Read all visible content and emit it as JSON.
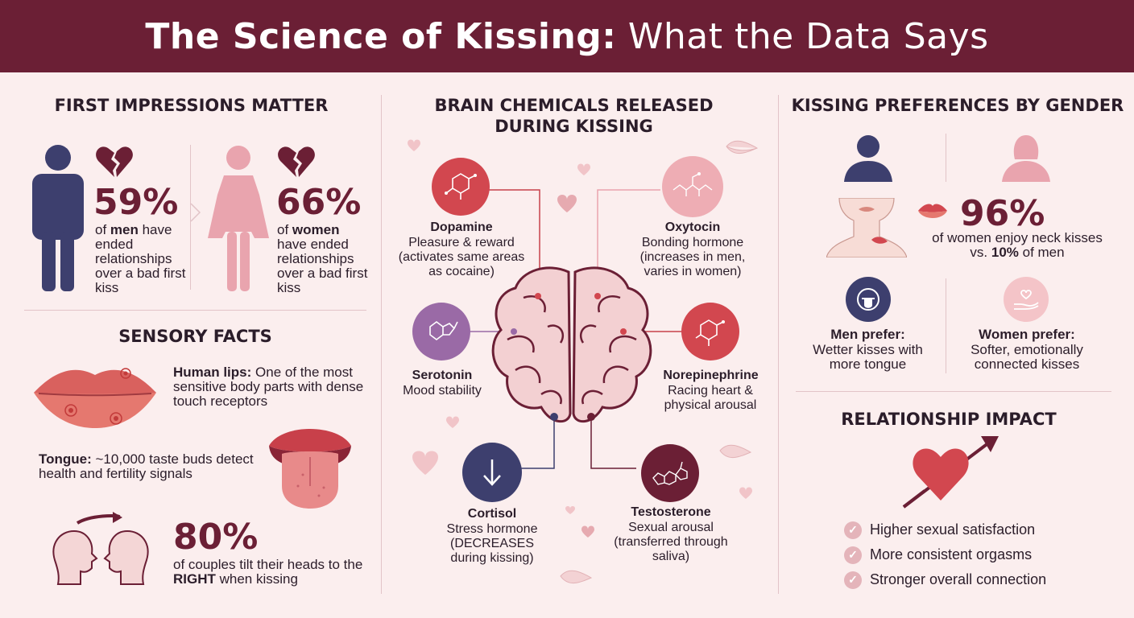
{
  "header": {
    "title_bold": "The Science of Kissing:",
    "title_light": " What the Data Says"
  },
  "first_impressions": {
    "title": "FIRST IMPRESSIONS MATTER",
    "men": {
      "percent": "59%",
      "lead": "of ",
      "group": "men",
      "rest": " have ended relationships over a bad first kiss"
    },
    "women": {
      "percent": "66%",
      "lead": "of ",
      "group": "women",
      "rest": " have ended relationships over a bad first kiss"
    }
  },
  "sensory": {
    "title": "SENSORY FACTS",
    "lips_label": "Human lips:",
    "lips_text": " One of the most sensitive body parts with dense touch receptors",
    "tongue_label": "Tongue:",
    "tongue_text": " ~10,000 taste buds detect health and fertility signals",
    "tilt_percent": "80%",
    "tilt_text_a": "of couples tilt their heads to the ",
    "tilt_right": "RIGHT",
    "tilt_text_b": " when kissing"
  },
  "brain": {
    "title": "BRAIN CHEMICALS RELEASED DURING KISSING",
    "chemicals": [
      {
        "name": "Dopamine",
        "desc": "Pleasure & reward (activates same areas as cocaine)"
      },
      {
        "name": "Oxytocin",
        "desc": "Bonding hormone (increases in men, varies in women)"
      },
      {
        "name": "Serotonin",
        "desc": "Mood stability"
      },
      {
        "name": "Norepinephrine",
        "desc": "Racing heart & physical arousal"
      },
      {
        "name": "Cortisol",
        "desc": "Stress hormone (DECREASES during kissing)"
      },
      {
        "name": "Testosterone",
        "desc": "Sexual arousal (transferred through saliva)"
      }
    ]
  },
  "preferences": {
    "title": "KISSING PREFERENCES BY GENDER",
    "neck_percent": "96%",
    "neck_text_a": "of women enjoy neck kisses",
    "neck_text_b_pre": "vs. ",
    "neck_text_b_num": "10%",
    "neck_text_b_post": " of men",
    "men_label": "Men prefer:",
    "men_text": "Wetter kisses with more tongue",
    "women_label": "Women prefer:",
    "women_text": "Softer, emotionally connected kisses"
  },
  "impact": {
    "title": "RELATIONSHIP IMPACT",
    "items": [
      "Higher sexual satisfaction",
      "More consistent orgasms",
      "Stronger overall connection"
    ]
  },
  "colors": {
    "primary": "#6b1f35",
    "navy": "#3d3f6e",
    "pink": "#e9a4ae",
    "red": "#d2474f",
    "purple": "#9a6aa6"
  }
}
